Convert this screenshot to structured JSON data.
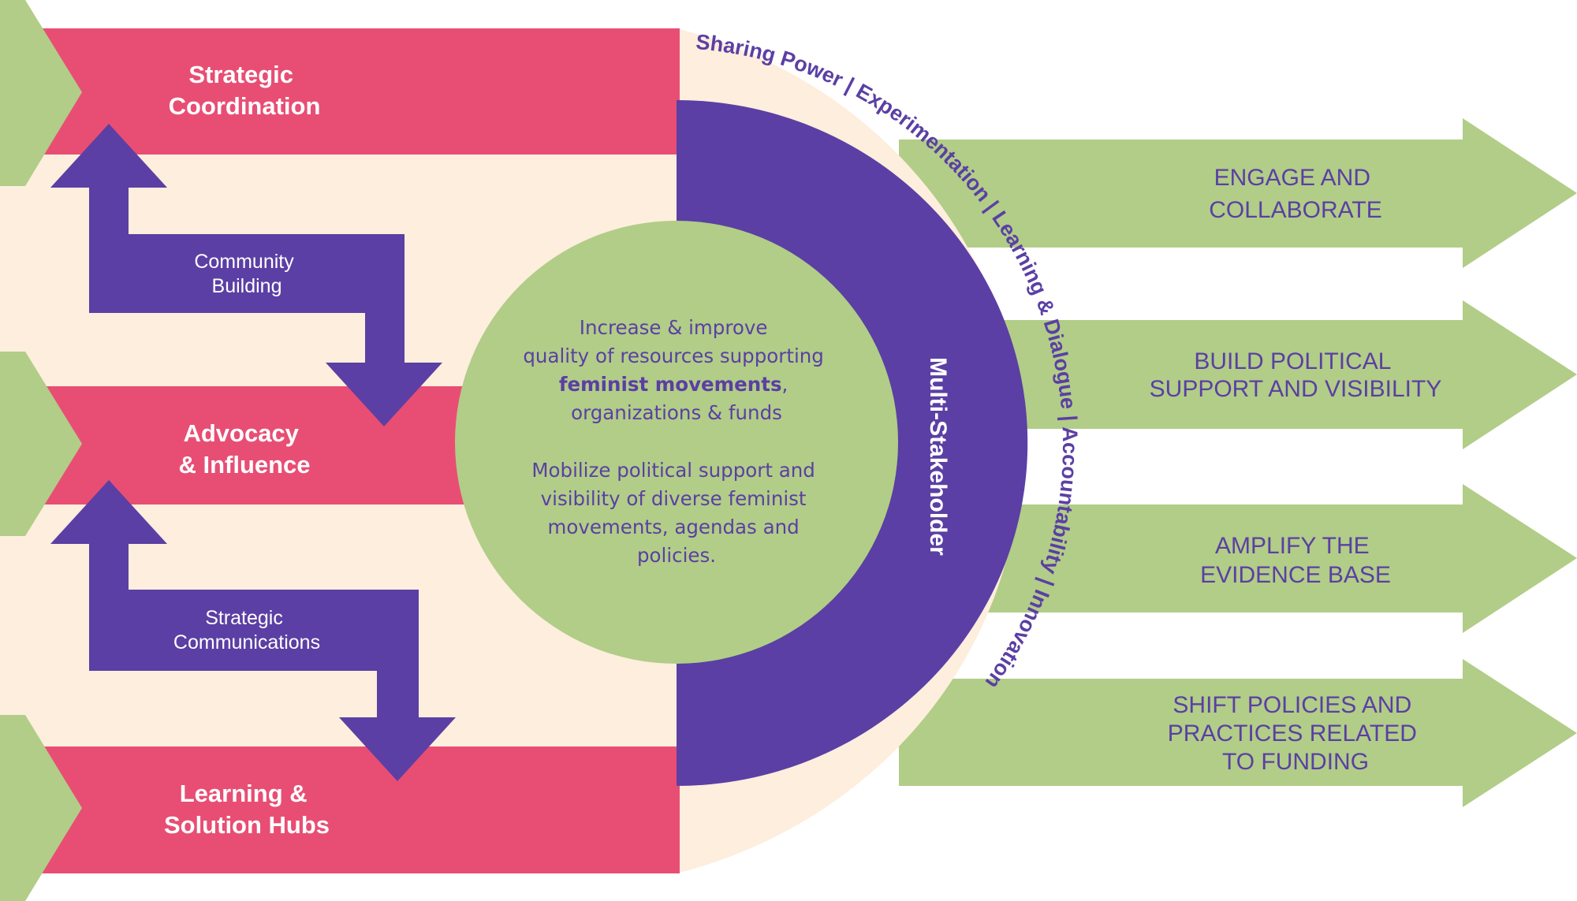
{
  "colors": {
    "pink": "#e84e74",
    "cream": "#fdeedd",
    "purple": "#5b3fa4",
    "green": "#b1cd87",
    "white": "#ffffff"
  },
  "left_bands": [
    {
      "line1": "Strategic",
      "line2": "Coordination"
    },
    {
      "line1": "Advocacy",
      "line2": "& Influence"
    },
    {
      "line1": "Learning &",
      "line2": "Solution Hubs"
    }
  ],
  "connector_arrows": [
    {
      "line1": "Community",
      "line2": "Building"
    },
    {
      "line1": "Strategic",
      "line2": "Communications"
    }
  ],
  "center": {
    "p1_line1": "Increase & improve",
    "p1_line2": "quality of resources supporting",
    "p1_bold": "feminist movements",
    "p1_after_bold": ",",
    "p1_line4": "organizations & funds",
    "p2_line1": "Mobilize political support and",
    "p2_line2": "visibility of diverse feminist",
    "p2_line3": "movements, agendas and",
    "p2_line4": "policies."
  },
  "inner_ring_label": "Multi-Stakeholder",
  "outer_ring_label": "Sharing Power | Experimentation | Learning & Dialogue | Accountability | Innovation",
  "outcomes": [
    {
      "line1": "ENGAGE AND",
      "line2": "COLLABORATE"
    },
    {
      "line1": "BUILD POLITICAL",
      "line2": "SUPPORT AND VISIBILITY"
    },
    {
      "line1": "AMPLIFY THE",
      "line2": "EVIDENCE BASE"
    },
    {
      "line1": "SHIFT POLICIES AND",
      "line2": "PRACTICES RELATED",
      "line3": "TO FUNDING"
    }
  ]
}
